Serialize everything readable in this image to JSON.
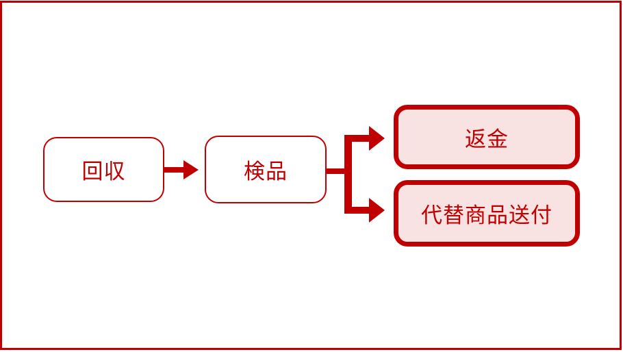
{
  "theme": {
    "accent_color": "#c00000",
    "result_fill_color": "#f9e2e2",
    "background_color": "#ffffff"
  },
  "flowchart": {
    "nodes": [
      {
        "id": "collection",
        "label": "回収",
        "type": "process"
      },
      {
        "id": "inspection",
        "label": "検品",
        "type": "process"
      },
      {
        "id": "refund",
        "label": "返金",
        "type": "result"
      },
      {
        "id": "replacement",
        "label": "代替商品送付",
        "type": "result"
      }
    ],
    "edges": [
      {
        "from": "collection",
        "to": "inspection"
      },
      {
        "from": "inspection",
        "to": "refund"
      },
      {
        "from": "inspection",
        "to": "replacement"
      }
    ]
  }
}
